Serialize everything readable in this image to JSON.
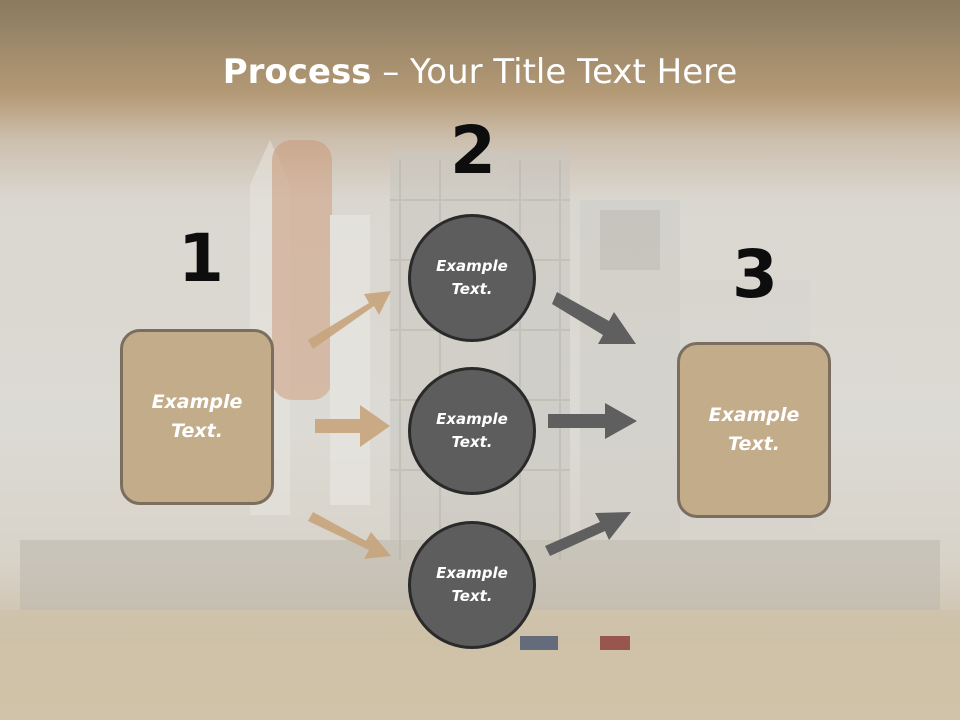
{
  "title": {
    "bold": "Process",
    "rest": " – Your Title Text Here"
  },
  "steps": [
    "1",
    "2",
    "3"
  ],
  "left_box": "Example Text.",
  "right_box": "Example Text.",
  "circles": [
    "Example Text.",
    "Example Text.",
    "Example Text."
  ],
  "colors": {
    "box_fill": "#c3ac8a",
    "circle_fill": "#5d5d5d",
    "tan_arrow": "#c7a47b",
    "gray_arrow": "#5f5f5f"
  }
}
